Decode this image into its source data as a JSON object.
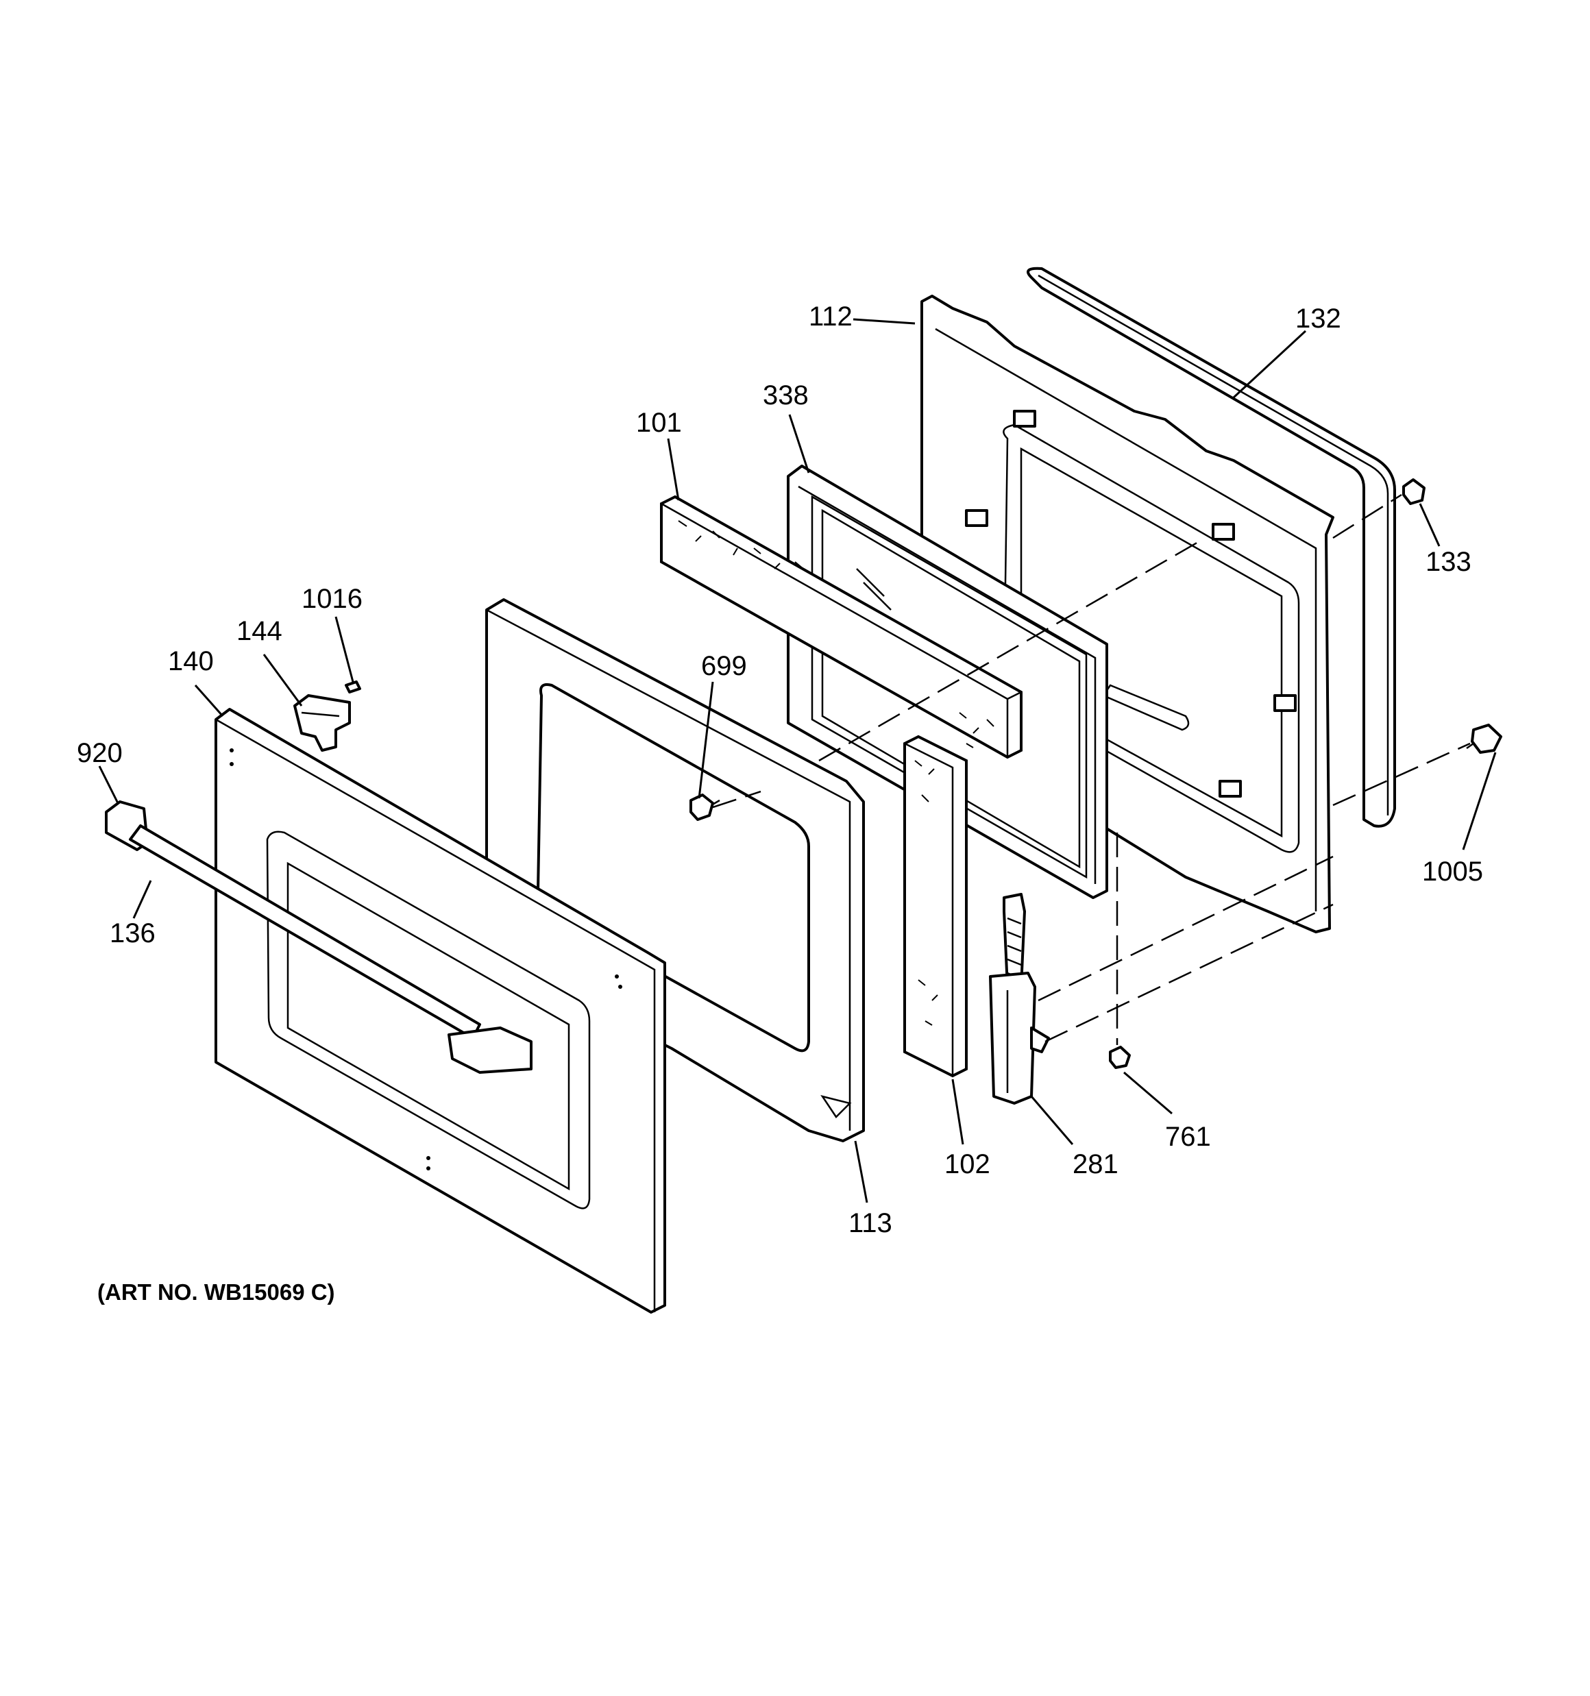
{
  "diagram": {
    "art_number": "(ART NO. WB15069 C)",
    "callouts": {
      "c112": "112",
      "c132": "132",
      "c338": "338",
      "c101": "101",
      "c133": "133",
      "c1016": "1016",
      "c144": "144",
      "c140": "140",
      "c699": "699",
      "c920": "920",
      "c1005": "1005",
      "c136": "136",
      "c761": "761",
      "c102": "102",
      "c281": "281",
      "c113": "113"
    }
  }
}
